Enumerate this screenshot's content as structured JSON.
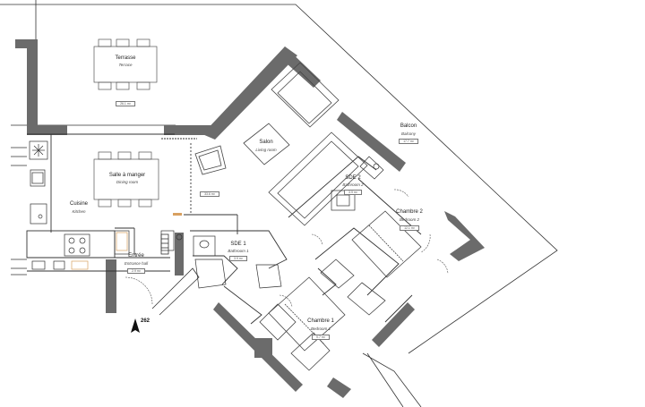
{
  "rooms": {
    "terrasse": {
      "name": "Terrasse",
      "sub": "Terrace",
      "area": "26.1 m²"
    },
    "balcon": {
      "name": "Balcon",
      "sub": "Balcony",
      "area": "17.7 m²"
    },
    "salon": {
      "name": "Salon",
      "sub": "Living room"
    },
    "salle": {
      "name": "Salle à manger",
      "sub": "Dining room",
      "area": "33.6 m²"
    },
    "cuisine": {
      "name": "Cuisine",
      "sub": "Kitchen"
    },
    "sde2": {
      "name": "SDE 2",
      "sub": "Bathroom 2",
      "area": "3.9 m²"
    },
    "chambre2": {
      "name": "Chambre 2",
      "sub": "Bedroom 2",
      "area": "12.1 m²"
    },
    "sde1": {
      "name": "SDE 1",
      "sub": "Bathroom 1",
      "area": "3.9 m²"
    },
    "entree": {
      "name": "Entrée",
      "sub": "Entrance hall",
      "area": "2.9 m²"
    },
    "chambre1": {
      "name": "Chambre 1",
      "sub": "Bedroom 1",
      "area": "9.7 m²"
    }
  },
  "north_arrow": {
    "label": "262"
  },
  "colors": {
    "wall": "#666666",
    "line": "#333333",
    "accent": "#d8a060"
  }
}
